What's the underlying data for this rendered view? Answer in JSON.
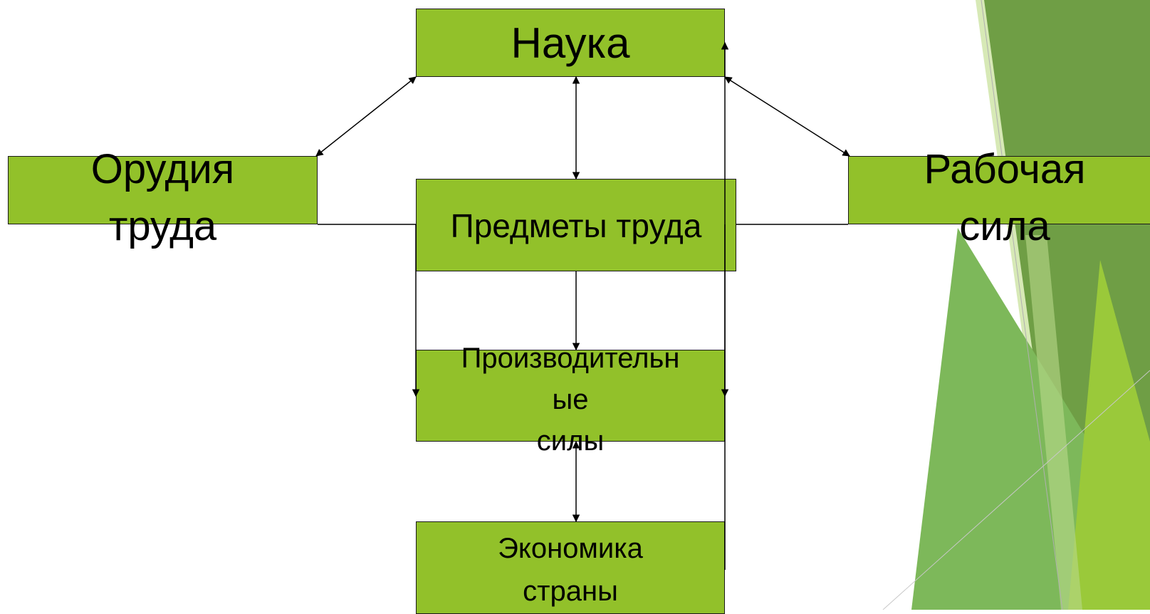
{
  "diagram": {
    "nodes": {
      "nauka": "Наука",
      "orudiya": "Орудия\nтруда",
      "predmety": "Предметы труда",
      "rabochaya": "Рабочая\nсила",
      "proizv": "Производительн\nые\nсилы",
      "ekonomika": "Экономика\nстраны"
    },
    "connections": [
      {
        "from": "nauka",
        "to": "orudiya",
        "direction": "both"
      },
      {
        "from": "nauka",
        "to": "predmety",
        "direction": "both"
      },
      {
        "from": "nauka",
        "to": "rabochaya",
        "direction": "both"
      },
      {
        "from": "orudiya",
        "to": "proizv",
        "direction": "forward"
      },
      {
        "from": "predmety",
        "to": "proizv",
        "direction": "forward"
      },
      {
        "from": "rabochaya",
        "to": "proizv",
        "direction": "forward"
      },
      {
        "from": "proizv",
        "to": "ekonomika",
        "direction": "both"
      },
      {
        "from": "ekonomika",
        "to": "nauka",
        "direction": "forward"
      }
    ]
  },
  "colors": {
    "node_fill": "#92c12a",
    "decor_dark": "#6a9a3c",
    "decor_mid": "#7ab550",
    "decor_light": "#c8e0a0"
  }
}
